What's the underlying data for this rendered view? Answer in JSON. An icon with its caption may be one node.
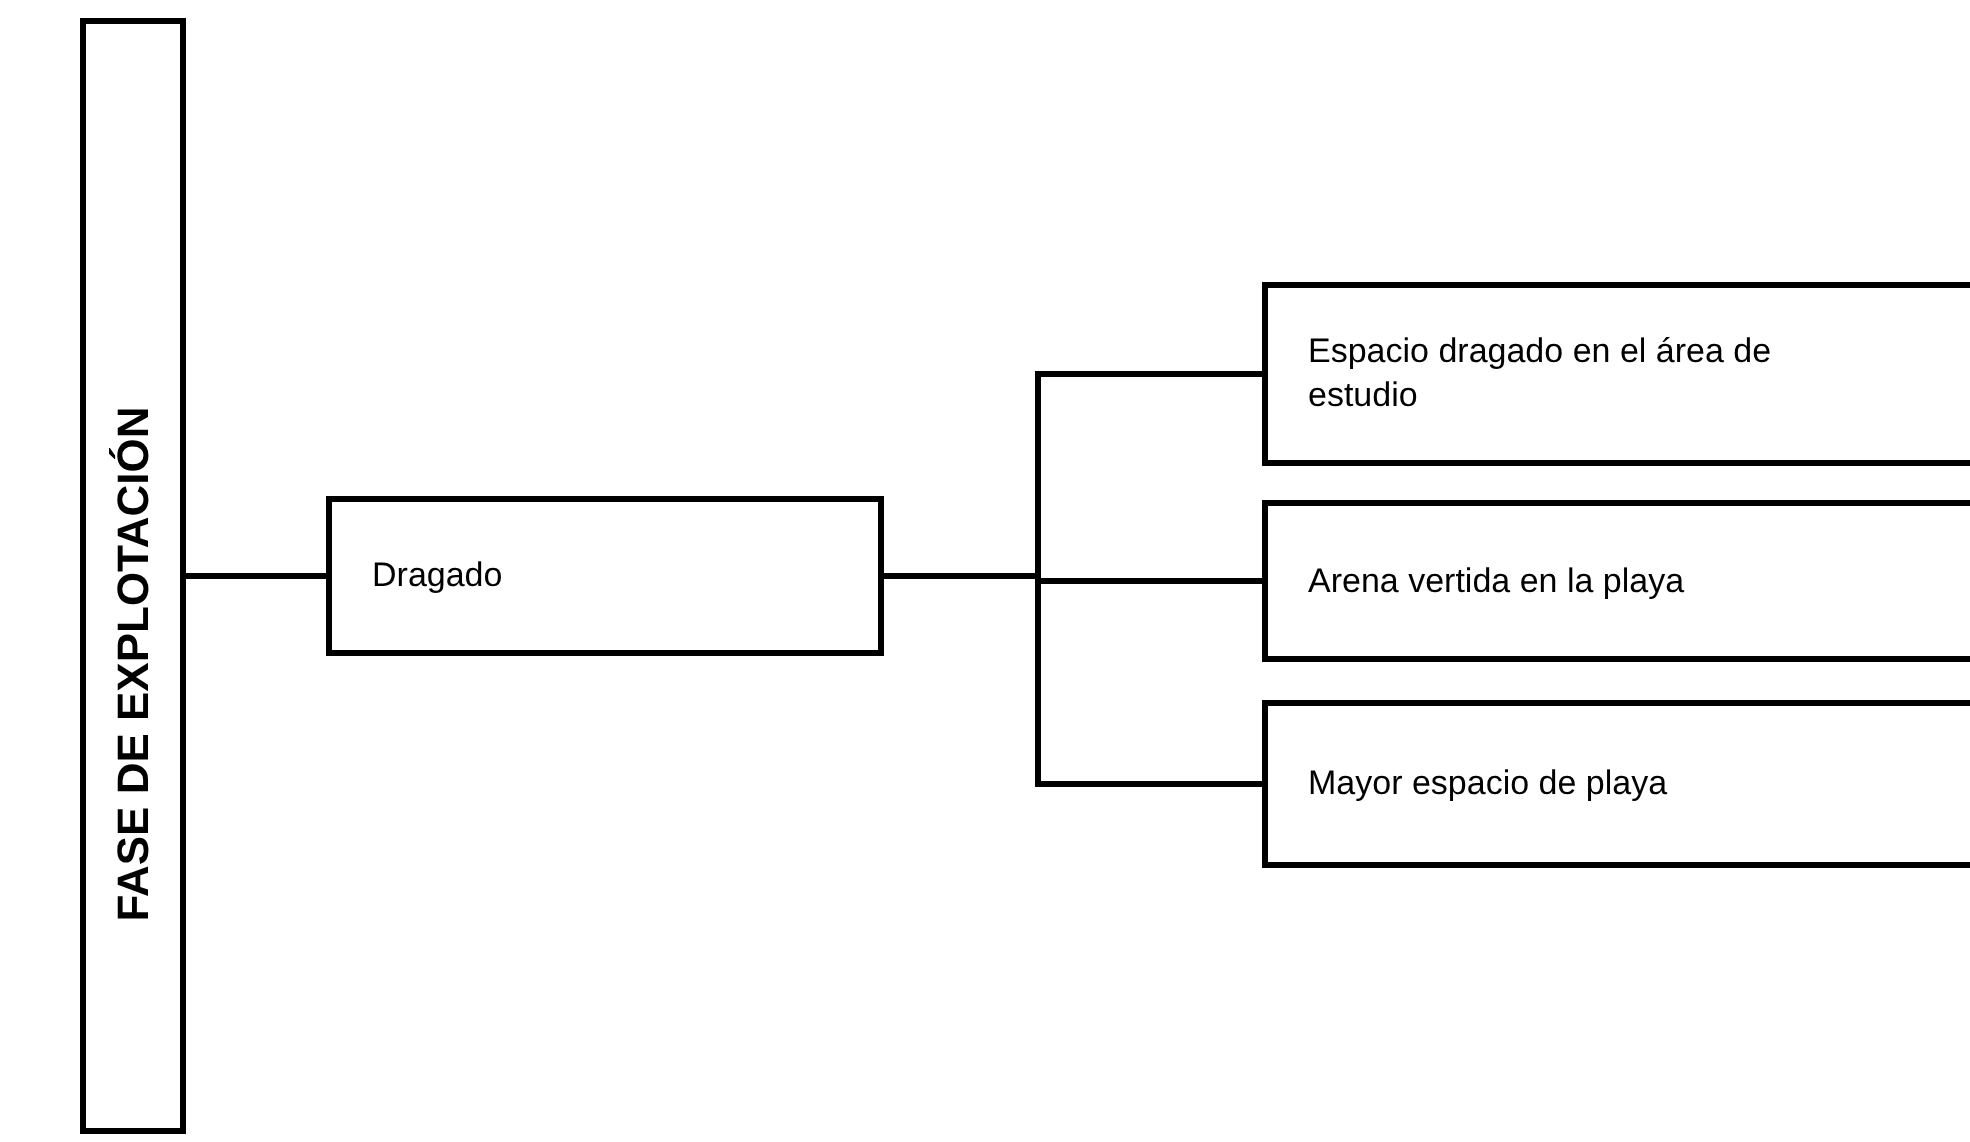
{
  "diagram": {
    "nodes": [
      {
        "text": [
          "FASE DE EXPLOTACIÓN"
        ]
      },
      {
        "text": [
          "Dragado"
        ]
      },
      {
        "text": [
          "Espacio dragado en el área de estudio"
        ]
      },
      {
        "text": [
          "Arena vertida en la playa"
        ]
      },
      {
        "text": [
          "Mayor espacio de playa"
        ]
      }
    ],
    "edges": [
      {
        "from": 0,
        "to": 1,
        "arrow": "none"
      },
      {
        "from": 1,
        "to": 2,
        "arrow": "none"
      },
      {
        "from": 1,
        "to": 3,
        "arrow": "none"
      },
      {
        "from": 1,
        "to": 4,
        "arrow": "none"
      }
    ]
  }
}
